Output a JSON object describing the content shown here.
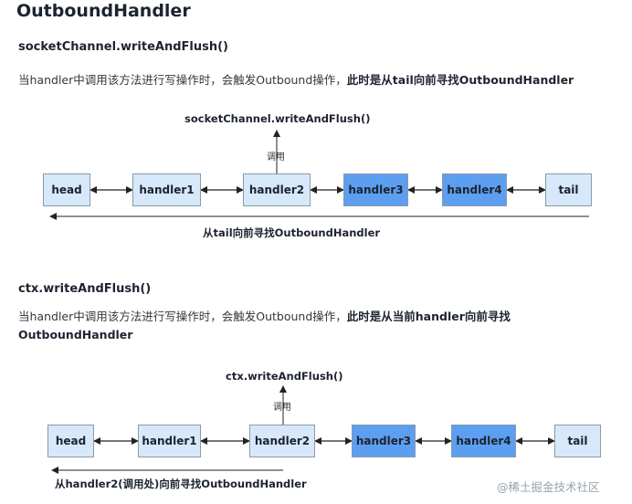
{
  "title": "OutboundHandler",
  "section1": {
    "heading": "socketChannel.writeAndFlush()",
    "text_pre": "当handler中调用该方法进行写操作时，会触发Outbound操作，",
    "text_bold": "此时是从tail向前寻找OutboundHandler",
    "diagram": {
      "top_label": "socketChannel.writeAndFlush()",
      "call_label": "调用",
      "nodes": [
        "head",
        "handler1",
        "handler2",
        "handler3",
        "handler4",
        "tail"
      ],
      "highlighted": [
        "handler3",
        "handler4"
      ],
      "bottom_label": "从tail向前寻找OutboundHandler"
    }
  },
  "section2": {
    "heading": "ctx.writeAndFlush()",
    "text_pre": "当handler中调用该方法进行写操作时，会触发Outbound操作，",
    "text_bold_line1": "此时是从当前handler向前寻找",
    "text_bold_line2": "OutboundHandler",
    "diagram": {
      "top_label": "ctx.writeAndFlush()",
      "call_label": "调用",
      "nodes": [
        "head",
        "handler1",
        "handler2",
        "handler3",
        "handler4",
        "tail"
      ],
      "highlighted": [
        "handler3",
        "handler4"
      ],
      "bottom_label": "从handler2(调用处)向前寻找OutboundHandler"
    }
  },
  "watermark": "@稀土掘金技术社区",
  "colors": {
    "light_node": "#d7e8fb",
    "dark_node": "#5c9ff0",
    "border": "#8a9aa8"
  }
}
